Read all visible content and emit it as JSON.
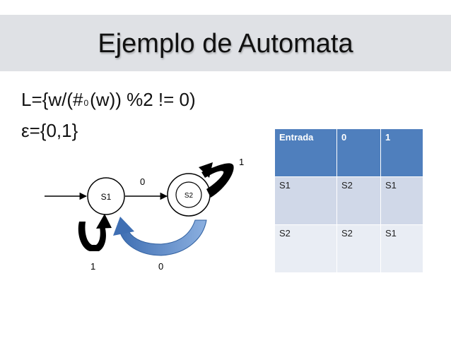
{
  "slide": {
    "title": "Ejemplo de Automata",
    "language": {
      "prefix": "L={w/(#",
      "subscript": "0",
      "suffix": "(w)) %2 != 0)"
    },
    "alphabet": "ε={0,1}"
  },
  "diagram": {
    "states": [
      "S1",
      "S2"
    ],
    "labels": {
      "s1_to_s2": "0",
      "s2_self_loop": "1",
      "s1_self_loop": "1",
      "s2_to_s1": "0"
    }
  },
  "table": {
    "headers": [
      "Entrada",
      "0",
      "1"
    ],
    "rows": [
      [
        "S1",
        "S2",
        "S1"
      ],
      [
        "S2",
        "S2",
        "S1"
      ]
    ]
  },
  "colors": {
    "title_band": "#dfe1e5",
    "table_header": "#4f7fbd",
    "table_row_odd": "#d0d8e8",
    "table_row_even": "#e9edf4",
    "return_arrow": "#5b86c7",
    "loop_arrow": "#000000"
  }
}
